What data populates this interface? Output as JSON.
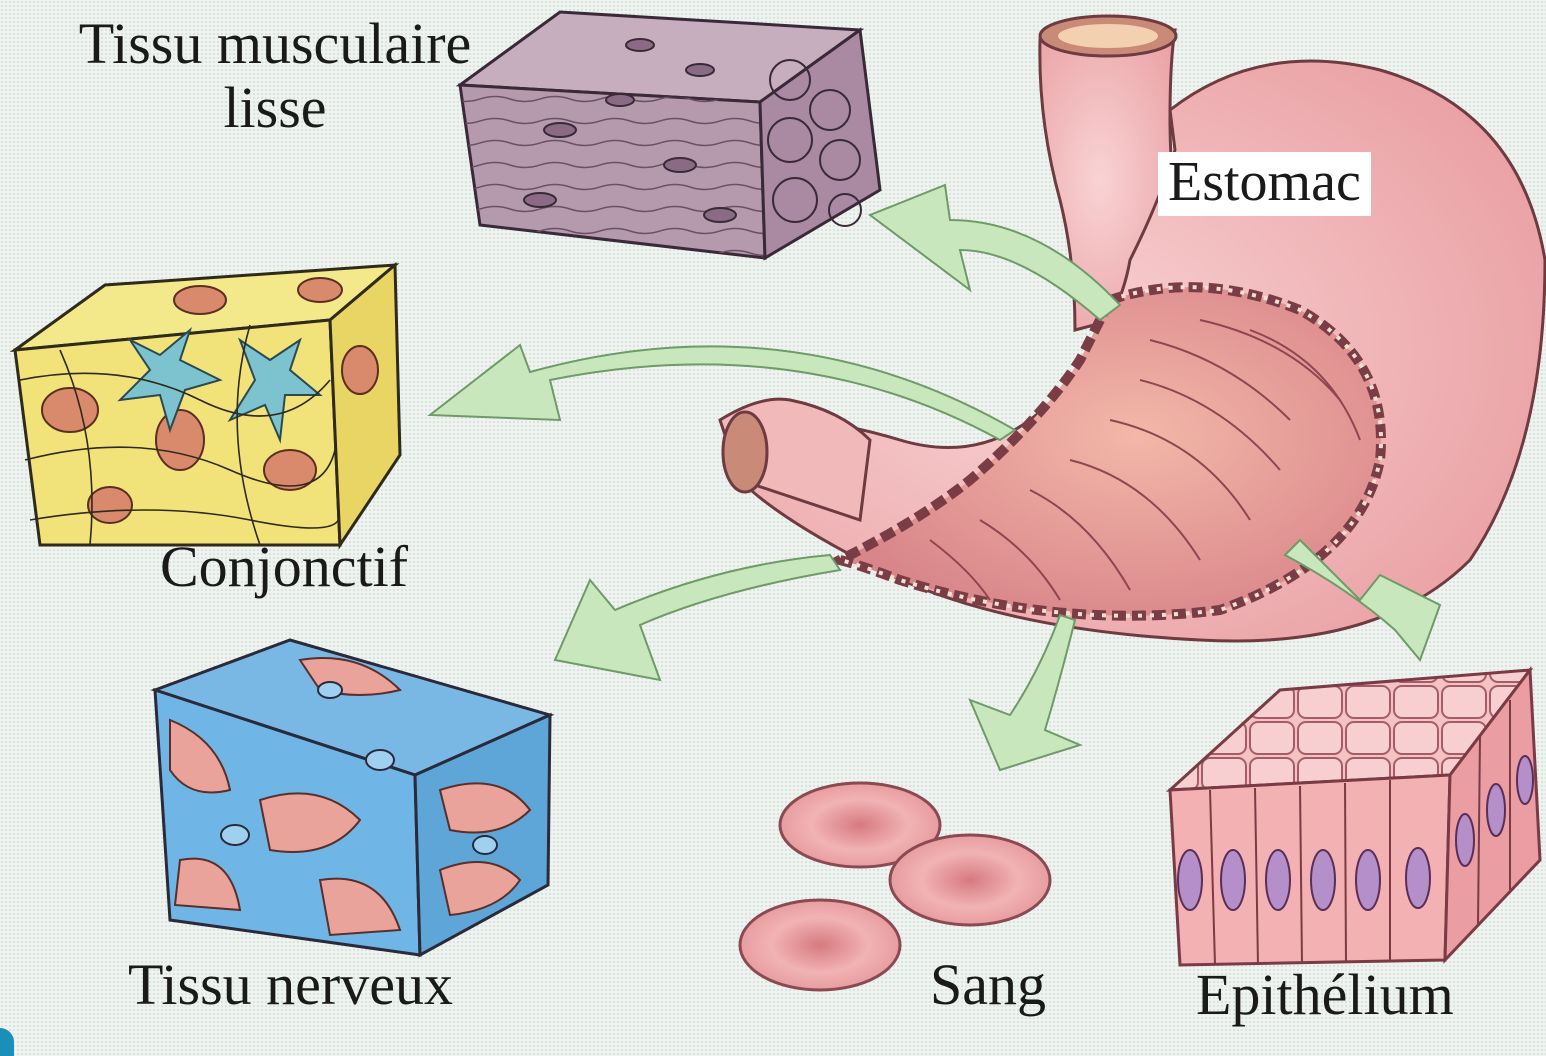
{
  "labels": {
    "muscle_line1": "Tissu musculaire",
    "muscle_line2": "lisse",
    "estomac": "Estomac",
    "conjonctif": "Conjonctif",
    "nerveux": "Tissu nerveux",
    "sang": "Sang",
    "epithelium": "Epithélium"
  },
  "colors": {
    "arrow_fill": "#c9e7bd",
    "stomach": "#f0b3b6",
    "muscle": "#b59aae",
    "connective": "#f2e27a",
    "nerve": "#6fb6e6",
    "blood": "#e99a9c",
    "epithelium": "#f3b1b3"
  }
}
